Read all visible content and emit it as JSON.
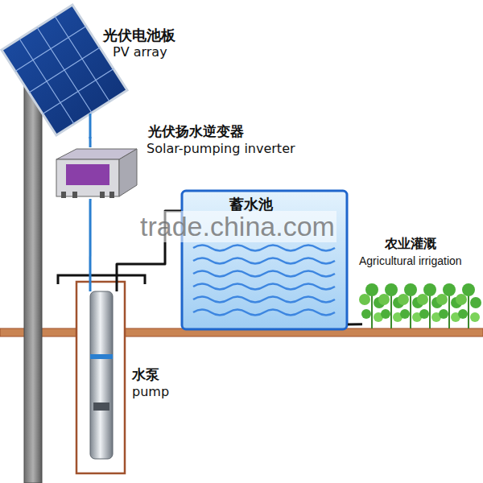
{
  "diagram": {
    "nodes": [
      {
        "text": [
          "光伏电池板",
          "PV array"
        ]
      },
      {
        "text": [
          "光伏扬水逆变器",
          "Solar-pumping inverter"
        ]
      },
      {
        "text": [
          "蓄水池"
        ]
      },
      {
        "text": [
          "农业灌溉",
          "Agricultural irrigation"
        ]
      },
      {
        "text": [
          "水泵",
          "pump"
        ]
      }
    ],
    "edges": [
      {
        "from": 0,
        "to": 1,
        "arrow": "none"
      },
      {
        "from": 1,
        "to": 4,
        "arrow": "none"
      },
      {
        "from": 4,
        "to": 2,
        "arrow": "none"
      },
      {
        "from": 2,
        "to": 3,
        "arrow": "none"
      }
    ],
    "labels": [
      "trade.china.com"
    ]
  }
}
